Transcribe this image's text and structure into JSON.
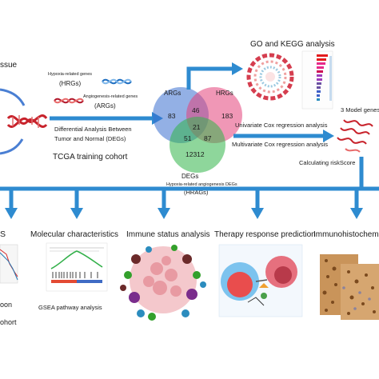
{
  "left": {
    "tissue_fragment": "ssue",
    "label_hrgs_title": "Hypoxia-related genes",
    "label_hrgs": "(HRGs)",
    "label_args_title": "Angiogenesis-related genes",
    "label_args": "(ARGs)",
    "diff_line1": "Differential Analysis Between",
    "diff_line2": "Tumor and  Normal (DEGs)",
    "tcga": "TCGA training cohort"
  },
  "venn": {
    "label_args": "ARGs",
    "label_hrgs": "HRGs",
    "label_degs": "DEGs",
    "only_args": "83",
    "only_hrgs": "183",
    "only_degs": "12312",
    "args_hrgs": "46",
    "args_degs": "51",
    "hrgs_degs": "87",
    "center": "21",
    "caption_line1": "Hypoxia-related angiogenesis DEGs",
    "caption_line2": "(HRAGs)",
    "colors": {
      "args": "#3a6fd0",
      "hrgs": "#e4417a",
      "degs": "#32b548"
    }
  },
  "right": {
    "go_kegg": "GO and KEGG analysis",
    "univariate": "Univariate Cox regression analysis",
    "multivariate": "Multivariate Cox regression analysis",
    "model_genes": "3 Model genes",
    "risk_score": "Calculating riskScore"
  },
  "bottom": {
    "panel1_title": "S",
    "panel1_line1": "oon",
    "panel1_line2": "ohort",
    "molecular": "Molecular characteristics",
    "gsea": "GSEA pathway analysis",
    "immune": "Immune status analysis",
    "therapy": "Therapy response prediction",
    "ihc": "Immunohistochemis"
  },
  "accent_color": "#2e8bd0"
}
